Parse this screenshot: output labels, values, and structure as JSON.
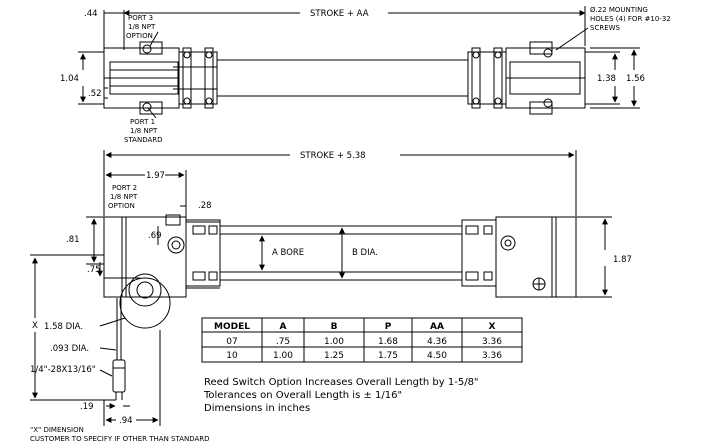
{
  "top_view": {
    "dim_stroke_aa": "STROKE + AA",
    "dim_044": ".44",
    "dim_104": "1.04",
    "dim_052": ".52",
    "dim_138": "1.38",
    "dim_156": "1.56",
    "port3": [
      "PORT 3",
      "1/8 NPT",
      "OPTION"
    ],
    "port1": [
      "PORT 1",
      "1/8 NPT",
      "STANDARD"
    ],
    "mounting_holes": [
      "Ø.22 MOUNTING",
      "HOLES (4) FOR #10-32",
      "SCREWS"
    ]
  },
  "side_view": {
    "dim_stroke_538": "STROKE + 5.38",
    "dim_197": "1.97",
    "dim_028": ".28",
    "dim_081": ".81",
    "dim_069": ".69",
    "dim_075": ".75",
    "dim_187": "1.87",
    "port2": [
      "PORT 2",
      "1/8 NPT",
      "OPTION"
    ],
    "a_bore": "A BORE",
    "b_dia": "B DIA.",
    "x_label": "X",
    "dia_158": "1.58 DIA.",
    "dia_093": ".093 DIA.",
    "thread": "1/4\"-28X13/16\"",
    "dim_019": ".19",
    "dim_094": ".94",
    "x_note": [
      "\"X\" DIMENSION",
      "CUSTOMER TO SPECIFY IF OTHER THAN STANDARD"
    ]
  },
  "table": {
    "headers": [
      "MODEL",
      "A",
      "B",
      "P",
      "AA",
      "X"
    ],
    "rows": [
      [
        "07",
        ".75",
        "1.00",
        "1.68",
        "4.36",
        "3.36"
      ],
      [
        "10",
        "1.00",
        "1.25",
        "1.75",
        "4.50",
        "3.36"
      ]
    ]
  },
  "notes": [
    "Reed Switch Option Increases Overall Length by 1-5/8\"",
    "Tolerances on Overall Length is ± 1/16\"",
    "Dimensions in inches"
  ],
  "colors": {
    "line": "#000000",
    "background": "#ffffff"
  }
}
